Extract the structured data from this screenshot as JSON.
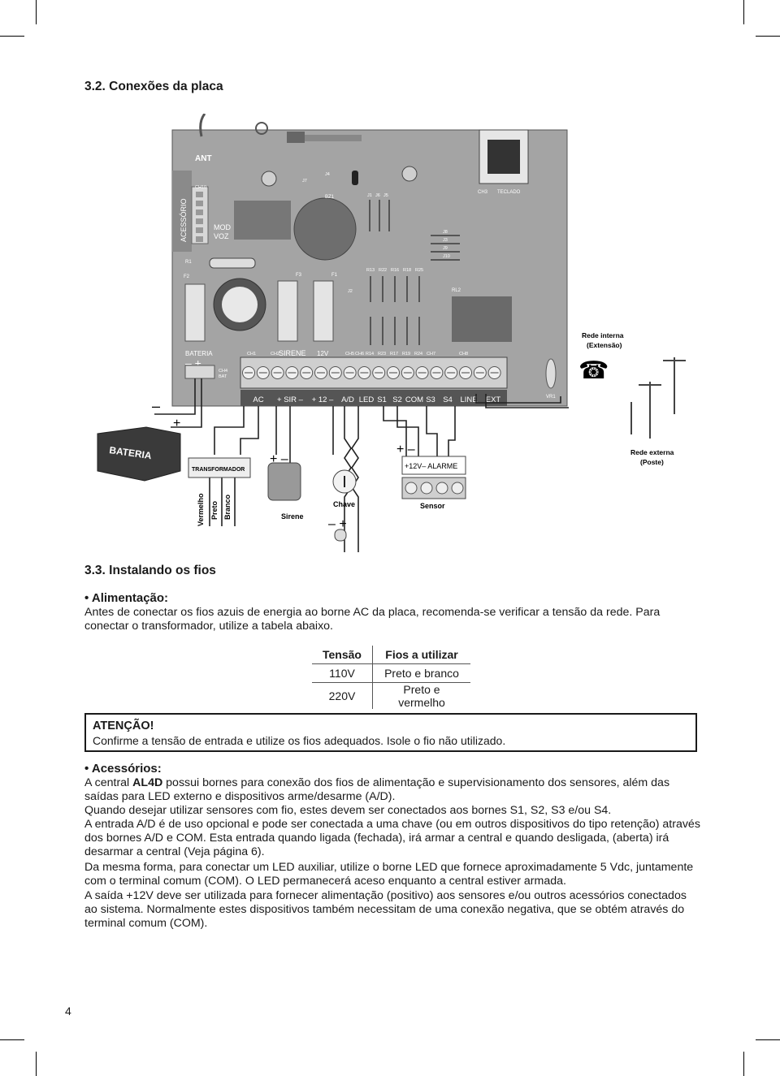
{
  "section_title": "3.2. Conexões da placa",
  "diagram": {
    "connector_labels": [
      "AC",
      "+ SIR –",
      "+ 12 –",
      "A/D",
      "LED",
      "S1",
      "S2",
      "COM",
      "S3",
      "S4",
      "LINE",
      "EXT"
    ],
    "board_labels": {
      "ant": "ANT",
      "acessorio": "ACESSÓRIO",
      "mod_voz": "MOD\nVOZ",
      "bateria": "BATERIA",
      "sirene": "SIRENE",
      "tensao12": "12V",
      "ch1": "CH1",
      "ch2": "CH2",
      "ch4_bat": "CH4\nBAT",
      "ch3": "CH3",
      "teclado": "TECLADO",
      "rl2": "RL2",
      "bz1": "BZ1",
      "vr1": "VR1",
      "f1": "F1",
      "f2": "F2",
      "f3": "F3",
      "r1": "R1",
      "small": [
        "J7",
        "J4",
        "J1",
        "J6",
        "J5",
        "J8",
        "J3",
        "J9",
        "J10",
        "R13",
        "R22",
        "R16",
        "R18",
        "R25",
        "J2",
        "CH10",
        "CH5",
        "CH6",
        "R14",
        "R23",
        "R17",
        "R19",
        "R24",
        "CH7",
        "CH8"
      ]
    },
    "components": {
      "bateria": "BATERIA",
      "transformador": "TRANSFORMADOR",
      "wires": [
        "Vermelho",
        "Preto",
        "Branco"
      ],
      "sirene": "Sirene",
      "chave": "Chave",
      "sensor": "Sensor",
      "sensor_terms": "+12V–  ALARME",
      "rede_interna": "Rede interna\n(Extensão)",
      "rede_externa": "Rede externa\n(Poste)"
    }
  },
  "section2_title": "3.3. Instalando os fios",
  "alimentacao": {
    "heading": "• Alimentação:",
    "text": "Antes de conectar os fios azuis de energia ao borne AC da placa, recomenda-se verificar a tensão da rede. Para conectar o transformador, utilize a tabela abaixo."
  },
  "table": {
    "headers": [
      "Tensão",
      "Fios a utilizar"
    ],
    "rows": [
      [
        "110V",
        "Preto e branco"
      ],
      [
        "220V",
        "Preto e vermelho"
      ]
    ]
  },
  "atencao": {
    "title": "ATENÇÃO!",
    "text": "Confirme a tensão de entrada e utilize os fios adequados. Isole o fio não utilizado."
  },
  "acessorios": {
    "heading": "• Acessórios:",
    "p1_a": "A central ",
    "p1_b": "AL4D",
    "p1_c": " possui bornes para conexão dos fios de alimentação e supervisionamento dos sensores, além das saídas para LED externo e dispositivos arme/desarme (A/D).",
    "p2": "Quando desejar utilizar sensores com fio, estes devem ser conectados aos bornes S1, S2, S3 e/ou S4.",
    "p3": "A entrada A/D é de uso opcional e pode ser conectada a uma chave (ou em outros dispositivos do tipo retenção) através dos bornes A/D e COM. Esta entrada quando ligada (fechada), irá armar a central e quando desligada, (aberta) irá desarmar a central (Veja página 6).",
    "p4": "Da mesma forma, para conectar um LED auxiliar, utilize o borne LED que fornece aproximadamente 5 Vdc, juntamente com o terminal comum (COM). O LED permanecerá aceso enquanto a central estiver armada.",
    "p5": "A saída +12V deve ser utilizada para fornecer alimentação (positivo) aos sensores e/ou outros acessórios conectados ao sistema. Normalmente estes dispositivos também necessitam de uma conexão negativa, que se obtém através do terminal comum (COM)."
  },
  "page_number": "4"
}
